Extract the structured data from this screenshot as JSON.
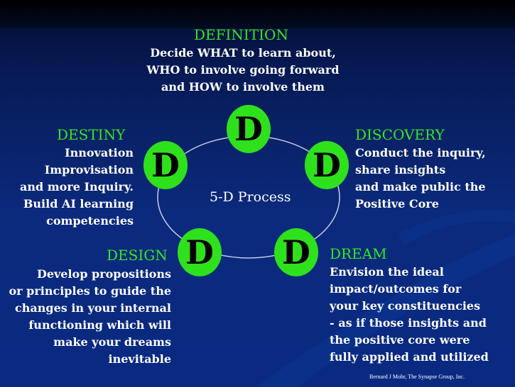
{
  "process_label": "5-D Process",
  "node_letter": "D",
  "definition": {
    "heading": "DEFINITION",
    "lines": [
      "Decide WHAT to learn about,",
      "WHO to involve going forward",
      "and HOW to involve them"
    ]
  },
  "destiny": {
    "heading": "DESTINY",
    "lines": [
      "Innovation",
      "Improvisation",
      "and more Inquiry.",
      "Build AI learning",
      "competencies"
    ]
  },
  "discovery": {
    "heading": "DISCOVERY",
    "lines": [
      "Conduct the inquiry,",
      "share insights",
      "and make public the",
      "Positive Core"
    ]
  },
  "design": {
    "heading": "DESIGN",
    "lines": [
      "Develop propositions",
      "or principles to guide the",
      "changes in your internal",
      "functioning which will",
      "make your dreams",
      "inevitable"
    ]
  },
  "dream": {
    "heading": "DREAM",
    "lines": [
      "Envision the ideal",
      "impact/outcomes for",
      "your key constituencies",
      "- as if those insights and",
      "the positive core were",
      "fully  applied and utilized"
    ]
  },
  "credit": "Bernard J Mohr, The Synapse Group, Inc.",
  "colors": {
    "heading": "#33e81f",
    "node": "#2ee11c",
    "background": "#0b2a7d"
  }
}
